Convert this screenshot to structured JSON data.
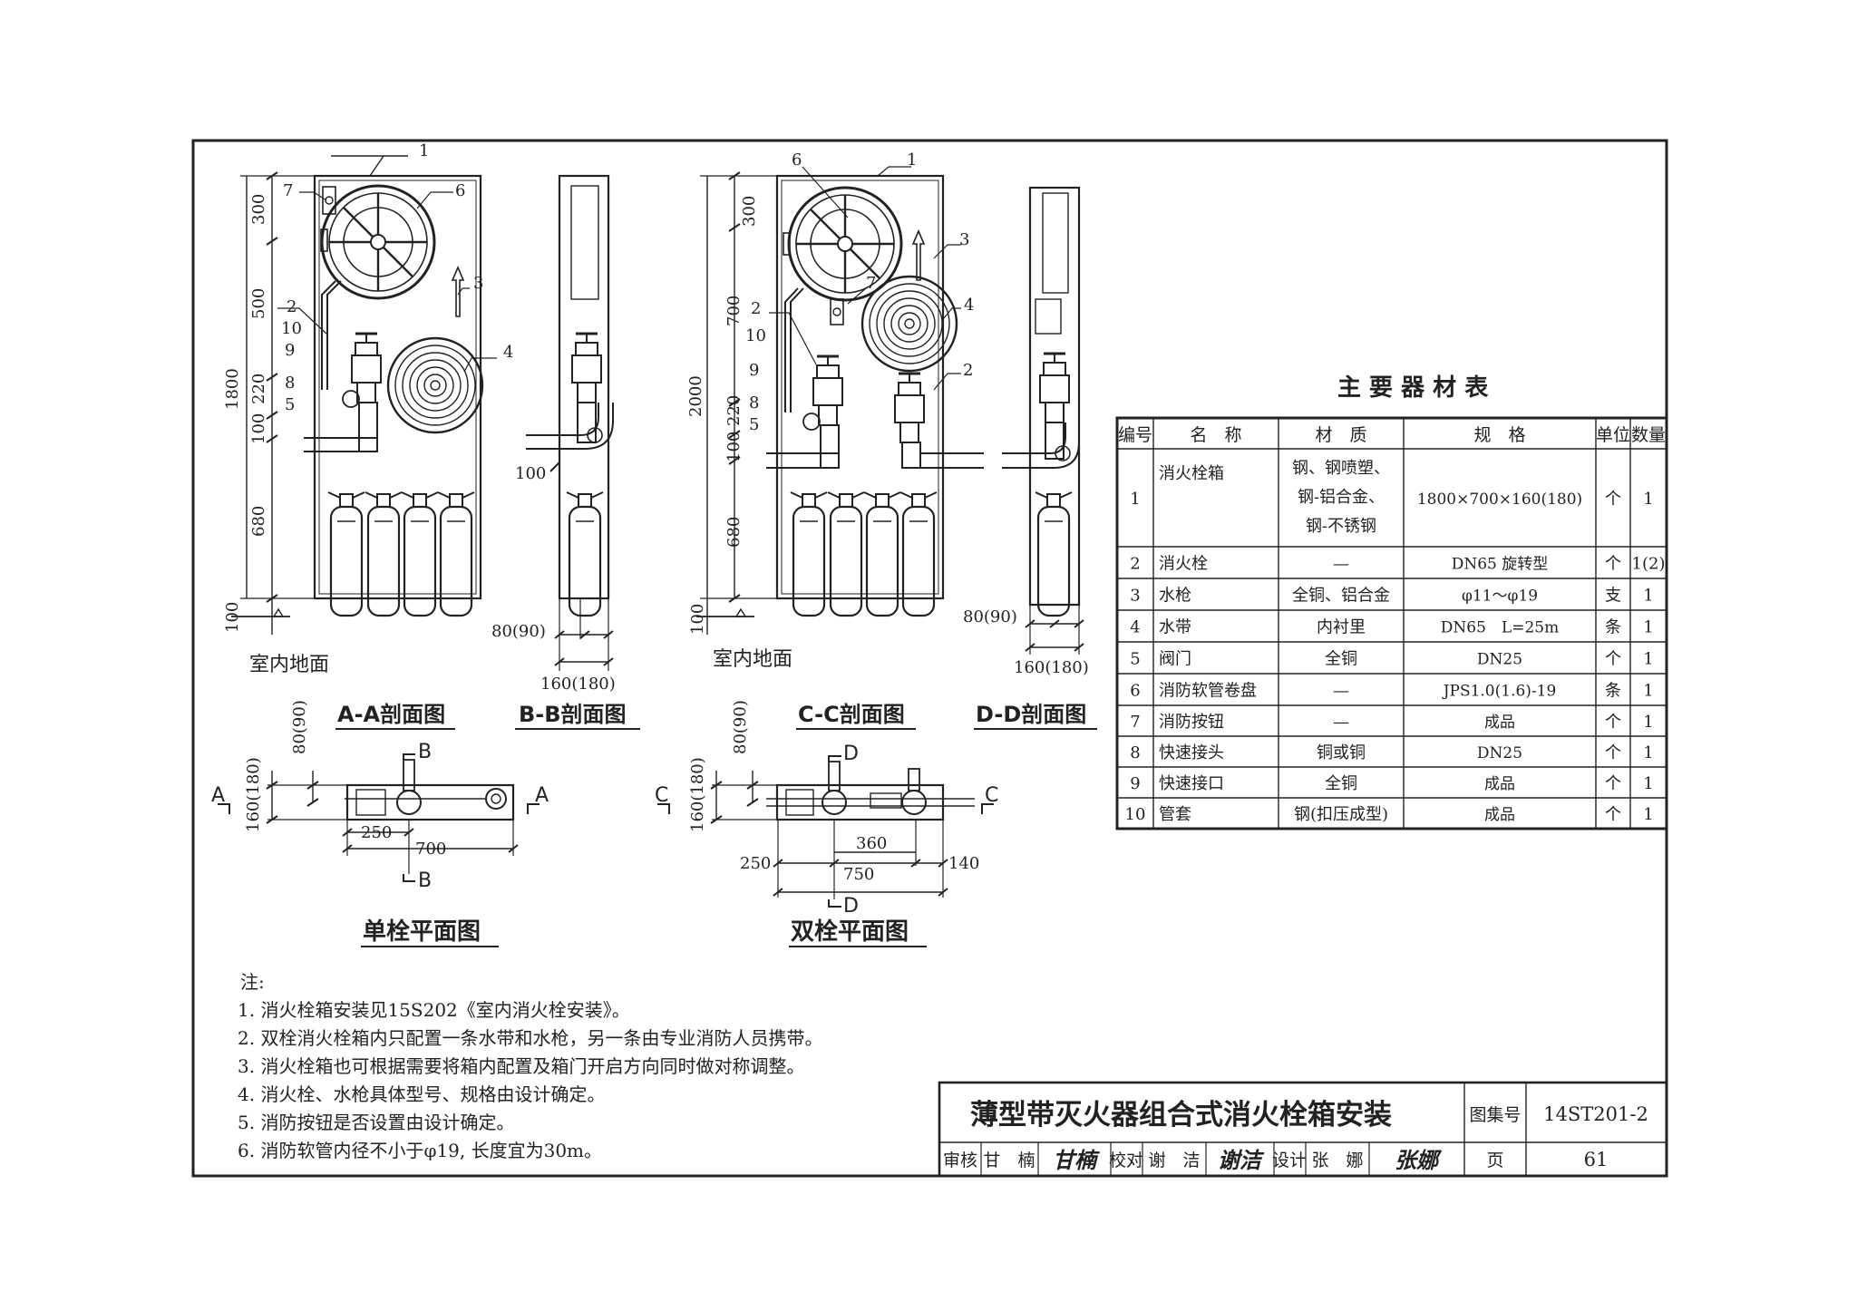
{
  "section_titles": {
    "aa": "A-A剖面图",
    "bb": "B-B剖面图",
    "cc": "C-C剖面图",
    "dd": "D-D剖面图",
    "single_plan": "单栓平面图",
    "double_plan": "双栓平面图"
  },
  "floor_label": "室内地面",
  "dims": {
    "aa": [
      "300",
      "500",
      "220",
      "100",
      "680",
      "100",
      "1800"
    ],
    "cc": [
      "300",
      "700",
      "220",
      "100",
      "680",
      "100",
      "2000"
    ],
    "bb_pipe": "100",
    "bb_w1": "80(90)",
    "bb_w2": "160(180)",
    "single_plan": [
      "80(90)",
      "160(180)",
      "250",
      "700"
    ],
    "double_plan": [
      "80(90)",
      "160(180)",
      "360",
      "250",
      "140",
      "750"
    ]
  },
  "callouts": {
    "aa": [
      "1",
      "7",
      "6",
      "3",
      "2",
      "10",
      "9",
      "4",
      "8",
      "5"
    ],
    "cc": [
      "6",
      "1",
      "3",
      "7",
      "4",
      "2",
      "10",
      "9",
      "2",
      "8",
      "5"
    ]
  },
  "section_marks": [
    "A",
    "A",
    "B",
    "B",
    "C",
    "C",
    "D",
    "D"
  ],
  "table": {
    "title": "主 要 器 材 表",
    "headers": [
      "编号",
      "名　称",
      "材　质",
      "规　格",
      "单位",
      "数量"
    ],
    "rows": [
      [
        "1",
        "消火栓箱",
        "钢、钢喷塑、钢-铝合金、钢-不锈钢",
        "1800×700×160(180)",
        "个",
        "1"
      ],
      [
        "2",
        "消火栓",
        "—",
        "DN65 旋转型",
        "个",
        "1(2)"
      ],
      [
        "3",
        "水枪",
        "全铜、铝合金",
        "φ11～φ19",
        "支",
        "1"
      ],
      [
        "4",
        "水带",
        "内衬里",
        "DN65　L=25m",
        "条",
        "1"
      ],
      [
        "5",
        "阀门",
        "全铜",
        "DN25",
        "个",
        "1"
      ],
      [
        "6",
        "消防软管卷盘",
        "—",
        "JPS1.0(1.6)-19",
        "条",
        "1"
      ],
      [
        "7",
        "消防按钮",
        "—",
        "成品",
        "个",
        "1"
      ],
      [
        "8",
        "快速接头",
        "铜或铜",
        "DN25",
        "个",
        "1"
      ],
      [
        "9",
        "快速接口",
        "全铜",
        "成品",
        "个",
        "1"
      ],
      [
        "10",
        "管套",
        "钢(扣压成型)",
        "成品",
        "个",
        "1"
      ]
    ]
  },
  "notes": {
    "heading": "注:",
    "items": [
      "1. 消火栓箱安装见15S202《室内消火栓安装》。",
      "2. 双栓消火栓箱内只配置一条水带和水枪，另一条由专业消防人员携带。",
      "3. 消火栓箱也可根据需要将箱内配置及箱门开启方向同时做对称调整。",
      "4. 消火栓、水枪具体型号、规格由设计确定。",
      "5. 消防按钮是否设置由设计确定。",
      "6. 消防软管内径不小于φ19, 长度宜为30m。"
    ]
  },
  "title_block": {
    "title": "薄型带灭火器组合式消火栓箱安装",
    "atlas_label": "图集号",
    "atlas_no": "14ST201-2",
    "reviewer_label": "审核",
    "reviewer": "甘　楠",
    "reviewer_sig": "甘楠",
    "checker_label": "校对",
    "checker": "谢　洁",
    "checker_sig": "谢洁",
    "designer_label": "设计",
    "designer": "张　娜",
    "designer_sig": "张娜",
    "page_label": "页",
    "page_no": "61"
  },
  "colors": {
    "line": "#222222",
    "paper": "#ffffff"
  }
}
